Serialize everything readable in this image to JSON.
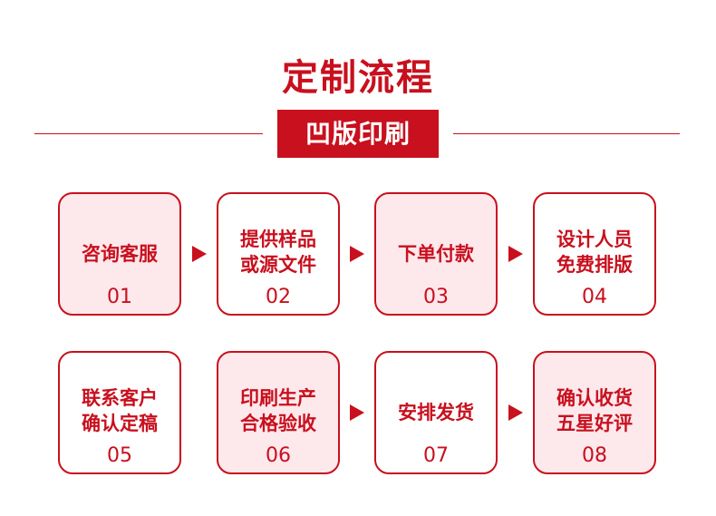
{
  "header": {
    "title": "定制流程",
    "subtitle": "凹版印刷"
  },
  "steps": [
    {
      "label": "咨询客服",
      "number": "01"
    },
    {
      "label": "提供样品\n或源文件",
      "number": "02"
    },
    {
      "label": "下单付款",
      "number": "03"
    },
    {
      "label": "设计人员\n免费排版",
      "number": "04"
    },
    {
      "label": "联系客户\n确认定稿",
      "number": "05"
    },
    {
      "label": "印刷生产\n合格验收",
      "number": "06"
    },
    {
      "label": "安排发货",
      "number": "07"
    },
    {
      "label": "确认收货\n五星好评",
      "number": "08"
    }
  ],
  "colors": {
    "accent": "#c8101e",
    "highlight_fill": "#fde8ec",
    "card_fill": "#ffffff"
  }
}
